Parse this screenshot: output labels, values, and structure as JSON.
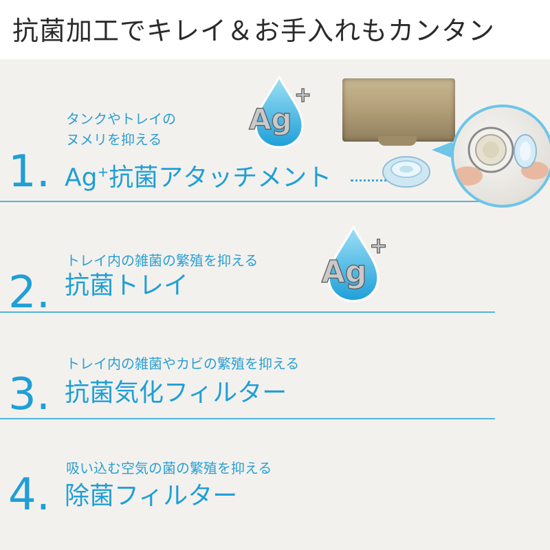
{
  "header": {
    "title": "抗菌加工でキレイ＆お手入れもカンタン"
  },
  "items": [
    {
      "number": "1",
      "dot": ".",
      "subtitle_lines": [
        "タンクやトレイの",
        "ヌメリを抑える"
      ],
      "name_prefix": "Ag",
      "name_sup": "+",
      "name": "抗菌アタッチメント"
    },
    {
      "number": "2",
      "dot": ".",
      "subtitle_lines": [
        "トレイ内の雑菌の繁殖を抑える"
      ],
      "name": "抗菌トレイ"
    },
    {
      "number": "3",
      "dot": ".",
      "subtitle_lines": [
        "トレイ内の雑菌やカビの繁殖を抑える"
      ],
      "name": "抗菌気化フィルター"
    },
    {
      "number": "4",
      "dot": ".",
      "subtitle_lines": [
        "吸い込む空気の菌の繁殖を抑える"
      ],
      "name": "除菌フィルター"
    }
  ],
  "badge": {
    "text": "Ag",
    "sup": "+"
  },
  "colors": {
    "accent": "#1f9fd6",
    "divider": "#4fb6dd",
    "background": "#f3f1ee"
  }
}
